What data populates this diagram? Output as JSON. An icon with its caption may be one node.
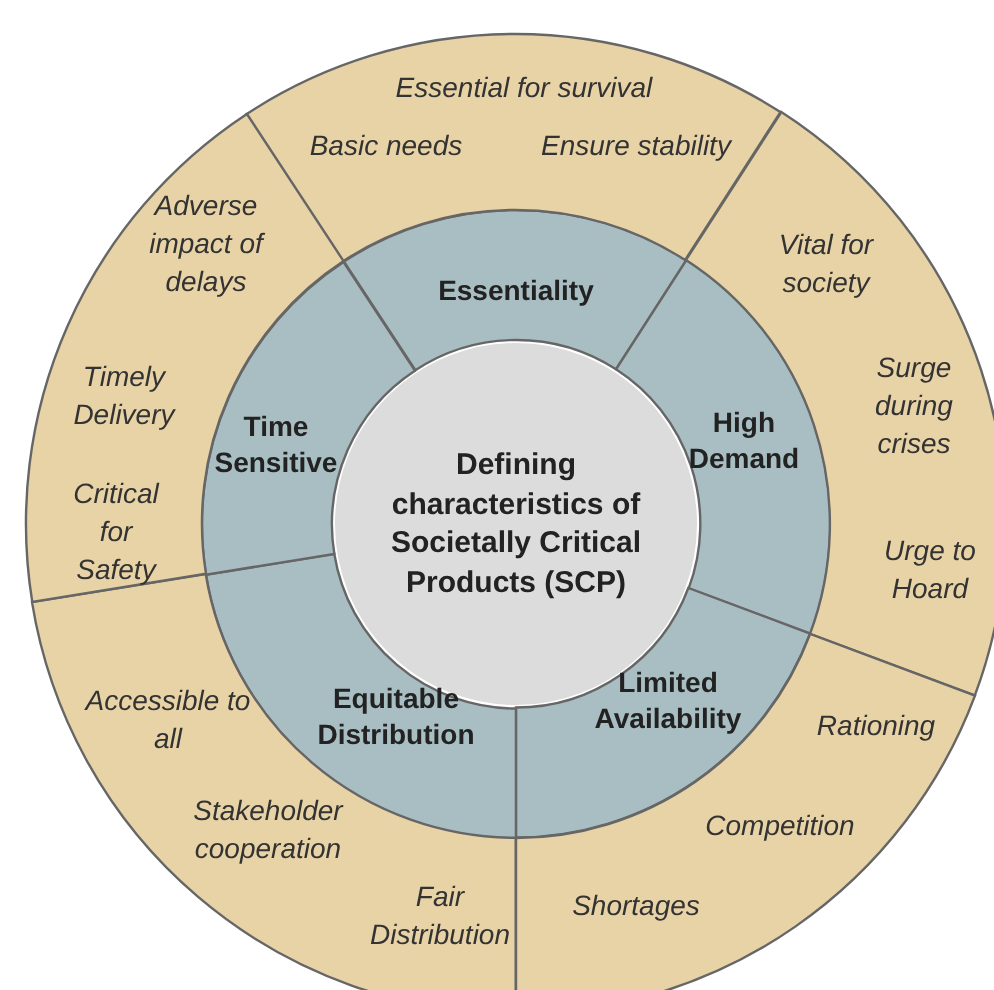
{
  "diagram": {
    "nodes": [
      {
        "text": [
          "Defining characteristics of Societally Critical Products (SCP)"
        ]
      },
      {
        "text": [
          "Essentiality"
        ]
      },
      {
        "text": [
          "High Demand"
        ]
      },
      {
        "text": [
          "Limited Availability"
        ]
      },
      {
        "text": [
          "Equitable Distribution"
        ]
      },
      {
        "text": [
          "Time Sensitive"
        ]
      },
      {
        "text": [
          "Essential for survival",
          "Basic needs",
          "Ensure stability"
        ]
      },
      {
        "text": [
          "Vital for society",
          "Surge during crises",
          "Urge to Hoard"
        ]
      },
      {
        "text": [
          "Rationing",
          "Competition",
          "Shortages"
        ]
      },
      {
        "text": [
          "Accessible to all",
          "Stakeholder cooperation",
          "Fair Distribution"
        ]
      },
      {
        "text": [
          "Adverse impact of delays",
          "Timely Delivery",
          "Critical for Safety"
        ]
      }
    ]
  }
}
